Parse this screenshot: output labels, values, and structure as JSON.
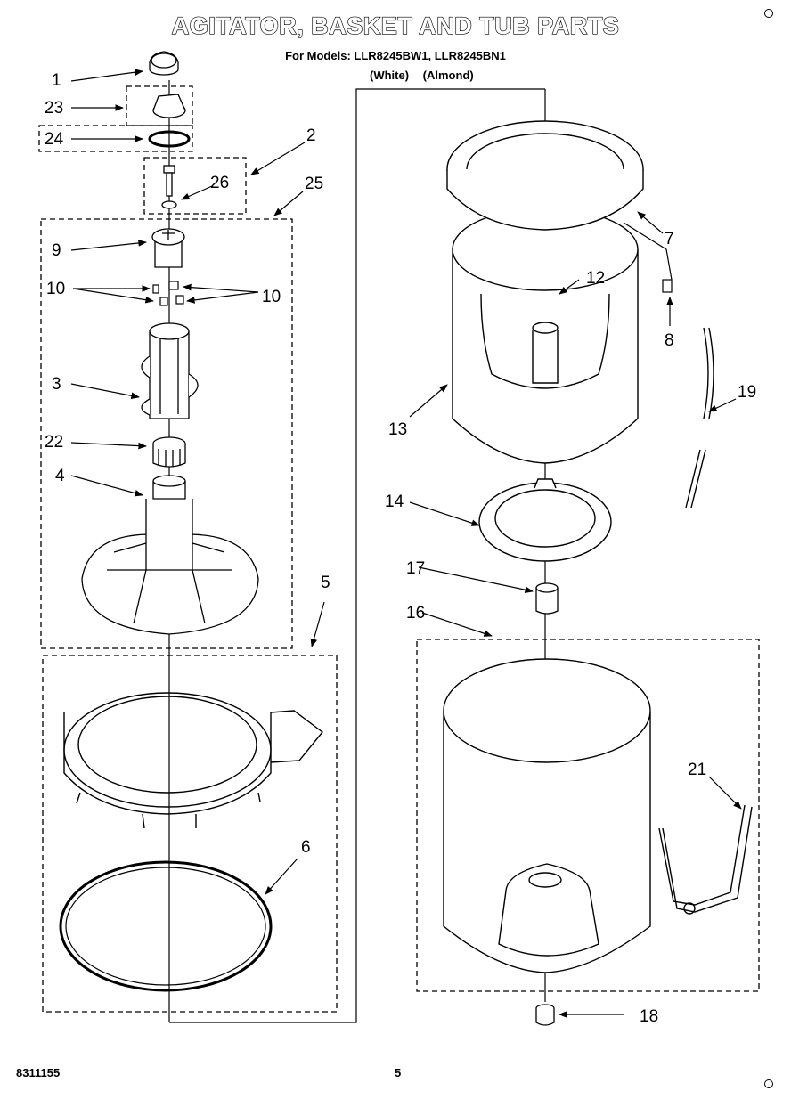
{
  "header": {
    "title": "AGITATOR, BASKET AND TUB PARTS",
    "subtitle": "For Models: LLR8245BW1, LLR8245BN1",
    "variant_white": "(White)",
    "variant_almond": "(Almond)"
  },
  "footer": {
    "doc_code": "8311155",
    "page_number": "5"
  },
  "callouts": {
    "c1": "1",
    "c2": "2",
    "c3": "3",
    "c4": "4",
    "c5": "5",
    "c6": "6",
    "c7": "7",
    "c8": "8",
    "c9": "9",
    "c10a": "10",
    "c10b": "10",
    "c12": "12",
    "c13": "13",
    "c14": "14",
    "c16": "16",
    "c17": "17",
    "c18": "18",
    "c19": "19",
    "c21": "21",
    "c22": "22",
    "c23": "23",
    "c24": "24",
    "c25": "25",
    "c26": "26"
  }
}
